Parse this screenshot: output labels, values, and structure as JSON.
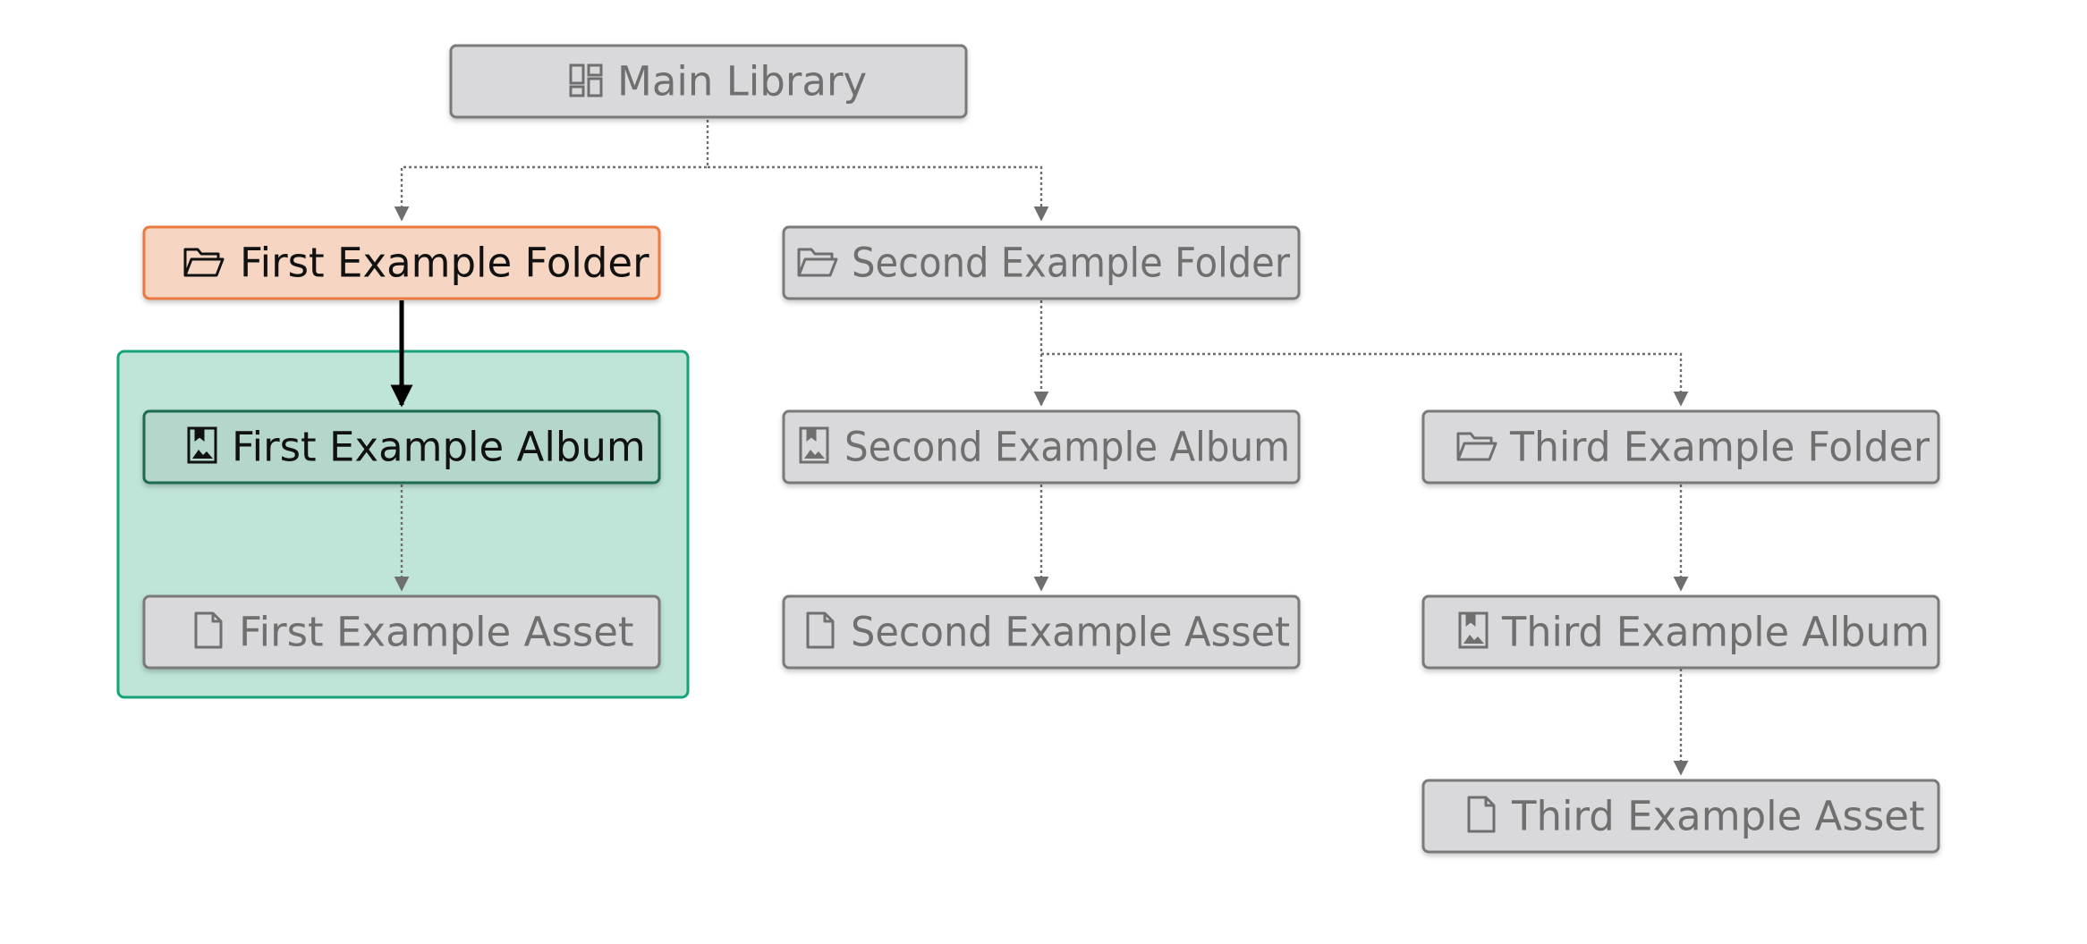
{
  "colors": {
    "node_fill": "#d9d9db",
    "node_stroke": "#7a7a7a",
    "node_text": "#6f6f70",
    "folder_active_fill": "#f6d5c3",
    "folder_active_stroke": "#ea7a40",
    "album_active_fill": "#b4d6cb",
    "album_active_stroke": "#1a6a50",
    "active_text": "#111111",
    "group_fill": "#bfe5d8",
    "group_stroke": "#16a37a",
    "connector": "#6f6f6f",
    "connector_active": "#000000"
  },
  "nodes": {
    "main_library": {
      "label": "Main Library",
      "icon": "grid-icon",
      "state": "inactive"
    },
    "folder1": {
      "label": "First Example Folder",
      "icon": "folder-icon",
      "state": "selected"
    },
    "album1": {
      "label": "First Example Album",
      "icon": "album-icon",
      "state": "active"
    },
    "asset1": {
      "label": "First Example Asset",
      "icon": "file-icon",
      "state": "inactive"
    },
    "folder2": {
      "label": "Second Example Folder",
      "icon": "folder-icon",
      "state": "inactive"
    },
    "album2": {
      "label": "Second Example Album",
      "icon": "album-icon",
      "state": "inactive"
    },
    "asset2": {
      "label": "Second Example Asset",
      "icon": "file-icon",
      "state": "inactive"
    },
    "folder3": {
      "label": "Third Example Folder",
      "icon": "folder-icon",
      "state": "inactive"
    },
    "album3": {
      "label": "Third Example Album",
      "icon": "album-icon",
      "state": "inactive"
    },
    "asset3": {
      "label": "Third Example Asset",
      "icon": "file-icon",
      "state": "inactive"
    }
  }
}
